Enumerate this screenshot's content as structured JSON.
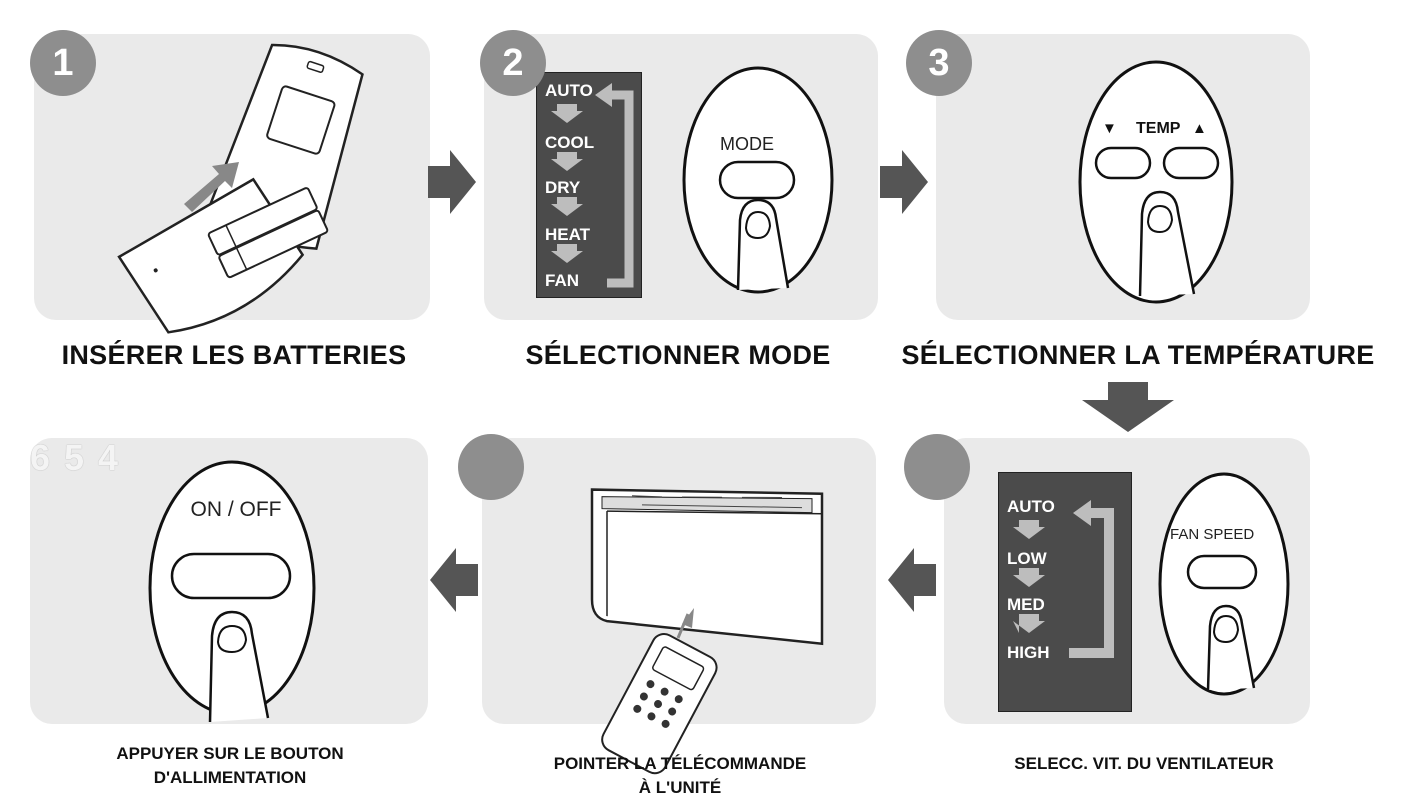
{
  "steps": [
    {
      "number": "1",
      "label": "INSÉRER LES BATTERIES"
    },
    {
      "number": "2",
      "label": "SÉLECTIONNER MODE",
      "modes": [
        "AUTO",
        "COOL",
        "DRY",
        "HEAT",
        "FAN"
      ],
      "button": "MODE"
    },
    {
      "number": "3",
      "label": "SÉLECTIONNER LA TEMPÉRATURE",
      "button": "TEMP"
    },
    {
      "number": "",
      "label": "SELECC. VIT. DU VENTILATEUR",
      "modes": [
        "AUTO",
        "LOW",
        "MED",
        "HIGH"
      ],
      "button": "FAN SPEED"
    },
    {
      "number": "",
      "label_line1": "POINTER LA TÉLÉCOMMANDE",
      "label_line2": "À L'UNITÉ"
    },
    {
      "number": "",
      "label_line1": "APPUYER SUR LE BOUTON",
      "label_line2": "D'ALLIMENTATION",
      "button": "ON / OFF"
    }
  ],
  "overlay_digits": "6 5 4",
  "temp_down_glyph": "▼",
  "temp_up_glyph": "▲",
  "colors": {
    "panel": "#eaeaea",
    "badge": "#8e8e8e",
    "arrow": "#555555",
    "mode_box": "#4b4b4b"
  }
}
